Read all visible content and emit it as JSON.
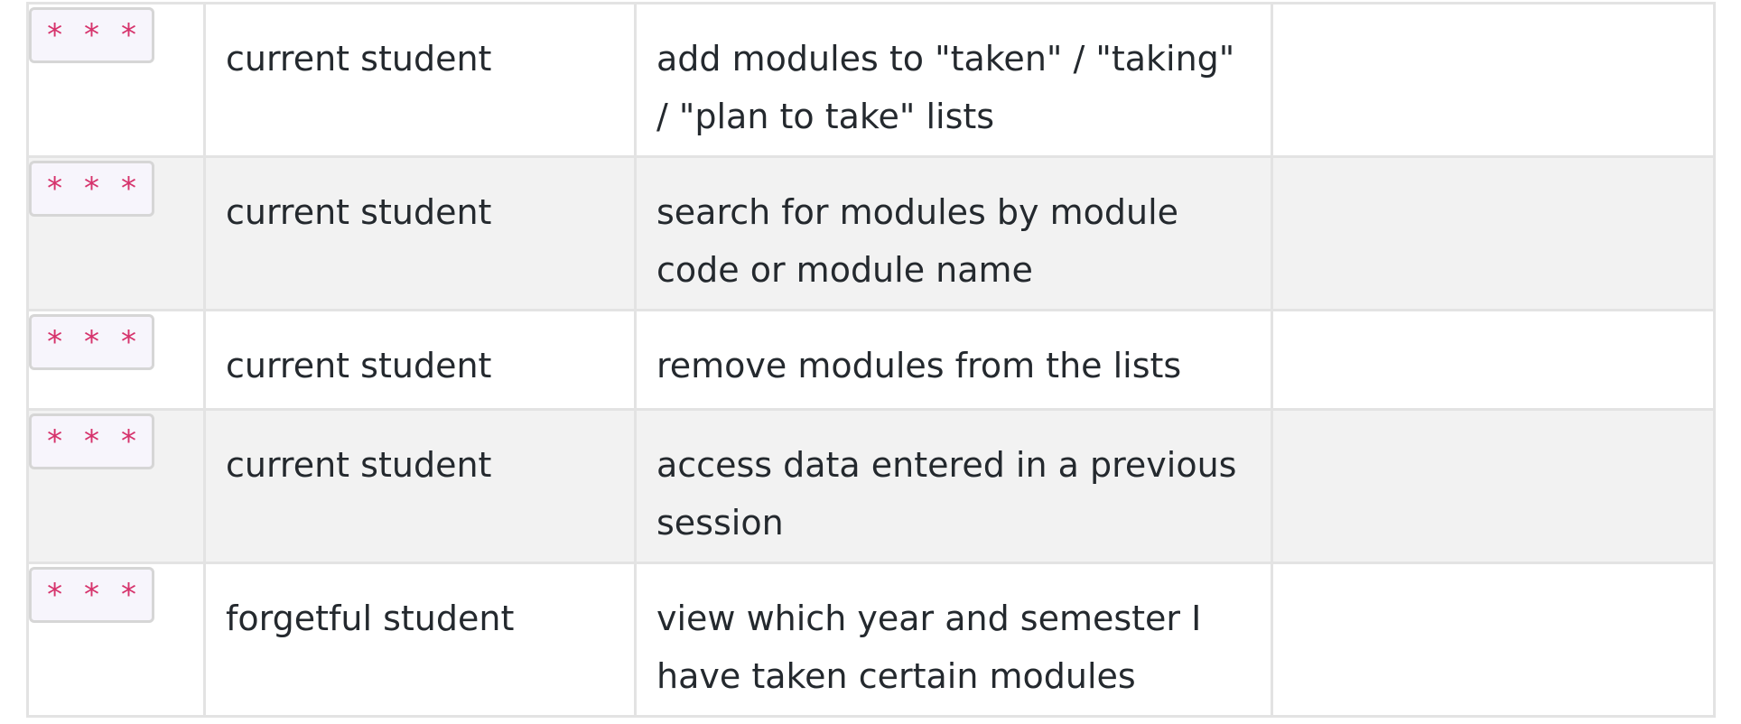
{
  "table": {
    "rows": [
      {
        "priority": "* * *",
        "role": "current student",
        "goal": "add modules to \"taken\" / \"taking\" / \"plan to take\" lists",
        "benefit": ""
      },
      {
        "priority": "* * *",
        "role": "current student",
        "goal": "search for modules by module code or module name",
        "benefit": ""
      },
      {
        "priority": "* * *",
        "role": "current student",
        "goal": "remove modules from the lists",
        "benefit": ""
      },
      {
        "priority": "* * *",
        "role": "current student",
        "goal": "access data entered in a previous session",
        "benefit": ""
      },
      {
        "priority": "* * *",
        "role": "forgetful student",
        "goal": "view which year and semester I have taken certain modules",
        "benefit": ""
      }
    ]
  },
  "colors": {
    "priority_text": "#d6336c",
    "badge_background": "#f7f5fc",
    "row_alt_background": "#f2f2f2",
    "border": "#e3e3e3"
  }
}
